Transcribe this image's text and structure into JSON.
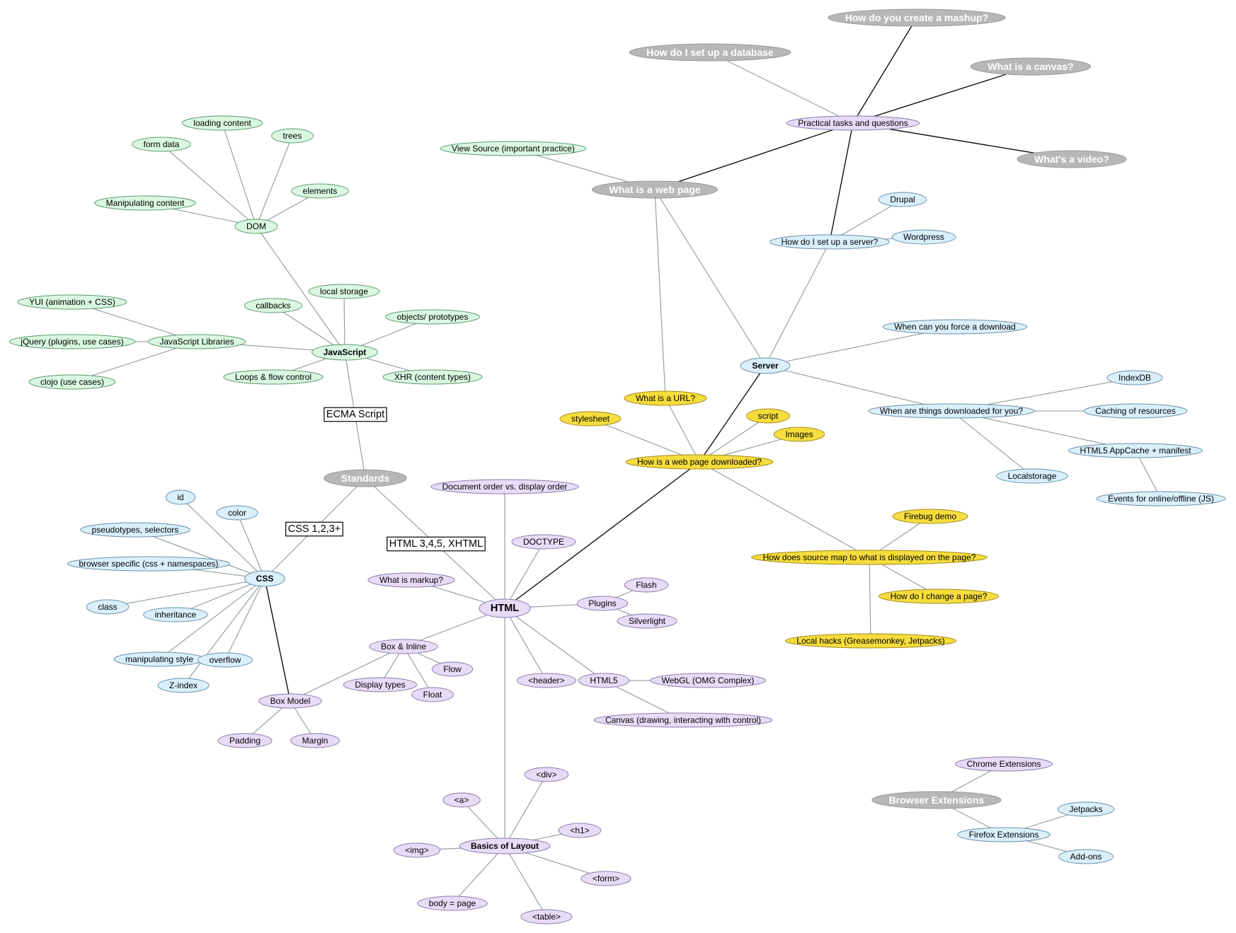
{
  "colors": {
    "green": "#d9f7e1",
    "green_stroke": "#5d9a6e",
    "blue": "#d9effa",
    "blue_stroke": "#6a8fa8",
    "purple": "#e6dcf7",
    "purple_stroke": "#8b7aa8",
    "yellow": "#f6dc3c",
    "yellow_stroke": "#a08a20",
    "gray": "#b7b7b7",
    "gray_stroke": "#9a9a9a",
    "edge": "#8a9a9a",
    "edge_dark": "#111111"
  },
  "nodes": [
    {
      "id": "mashup",
      "label": "How do you create a mashup?",
      "style": "gray"
    },
    {
      "id": "database",
      "label": "How do I set up a database",
      "style": "gray"
    },
    {
      "id": "canvasq",
      "label": "What is a canvas?",
      "style": "gray"
    },
    {
      "id": "practical",
      "label": "Practical tasks and questions",
      "style": "purple"
    },
    {
      "id": "videoq",
      "label": "What's a video?",
      "style": "gray"
    },
    {
      "id": "viewsource",
      "label": "View Source (important practice)",
      "style": "green"
    },
    {
      "id": "webpage",
      "label": "What is a web page",
      "style": "gray"
    },
    {
      "id": "drupal",
      "label": "Drupal",
      "style": "blue"
    },
    {
      "id": "setupserver",
      "label": "How do I set up a server?",
      "style": "blue"
    },
    {
      "id": "wordpress",
      "label": "Wordpress",
      "style": "blue"
    },
    {
      "id": "forcedl",
      "label": "When can you force a download",
      "style": "blue"
    },
    {
      "id": "server",
      "label": "Server",
      "style": "blue",
      "bold": true
    },
    {
      "id": "indexdb",
      "label": "IndexDB",
      "style": "blue"
    },
    {
      "id": "whendl",
      "label": "When are things downloaded for you?",
      "style": "blue"
    },
    {
      "id": "caching",
      "label": "Caching of resources",
      "style": "blue"
    },
    {
      "id": "appcache",
      "label": "HTML5 AppCache + manifest",
      "style": "blue"
    },
    {
      "id": "localstorage2",
      "label": "Localstorage",
      "style": "blue"
    },
    {
      "id": "events",
      "label": "Events for online/offline (JS)",
      "style": "blue"
    },
    {
      "id": "whaturl",
      "label": "What is a URL?",
      "style": "yellow"
    },
    {
      "id": "stylesheet",
      "label": "stylesheet",
      "style": "yellow"
    },
    {
      "id": "script",
      "label": "script",
      "style": "yellow"
    },
    {
      "id": "images",
      "label": "Images",
      "style": "yellow"
    },
    {
      "id": "howdl",
      "label": "How is a web page downloaded?",
      "style": "yellow"
    },
    {
      "id": "firebug",
      "label": "Firebug demo",
      "style": "yellow"
    },
    {
      "id": "sourcemap",
      "label": "How does source map to what is displayed on the page?",
      "style": "yellow"
    },
    {
      "id": "changepage",
      "label": "How do I change a page?",
      "style": "yellow"
    },
    {
      "id": "localhacks",
      "label": "Local hacks (Greasemonkey, Jetpacks)",
      "style": "yellow"
    },
    {
      "id": "loading",
      "label": "loading content",
      "style": "green"
    },
    {
      "id": "formdata",
      "label": "form data",
      "style": "green"
    },
    {
      "id": "trees",
      "label": "trees",
      "style": "green"
    },
    {
      "id": "elements",
      "label": "elements",
      "style": "green"
    },
    {
      "id": "manipcontent",
      "label": "Manipulating content",
      "style": "green"
    },
    {
      "id": "dom",
      "label": "DOM",
      "style": "green"
    },
    {
      "id": "localstorage",
      "label": "local storage",
      "style": "green"
    },
    {
      "id": "callbacks",
      "label": "callbacks",
      "style": "green"
    },
    {
      "id": "yui",
      "label": "YUI (animation + CSS)",
      "style": "green"
    },
    {
      "id": "objects",
      "label": "objects/ prototypes",
      "style": "green"
    },
    {
      "id": "jquery",
      "label": "jQuery (plugins, use cases)",
      "style": "green"
    },
    {
      "id": "jslibs",
      "label": "JavaScript Libraries",
      "style": "green"
    },
    {
      "id": "javascript",
      "label": "JavaScript",
      "style": "green",
      "bold": true
    },
    {
      "id": "clojo",
      "label": "clojo (use cases)",
      "style": "green"
    },
    {
      "id": "loops",
      "label": "Loops & flow control",
      "style": "green"
    },
    {
      "id": "xhr",
      "label": "XHR (content types)",
      "style": "green"
    },
    {
      "id": "ecma",
      "label": "ECMA Script",
      "style": "box"
    },
    {
      "id": "standards",
      "label": "Standards",
      "style": "gray"
    },
    {
      "id": "docorder",
      "label": "Document order vs. display order",
      "style": "purple"
    },
    {
      "id": "idnode",
      "label": "id",
      "style": "blue"
    },
    {
      "id": "color",
      "label": "color",
      "style": "blue"
    },
    {
      "id": "css123",
      "label": "CSS 1,2,3+",
      "style": "box"
    },
    {
      "id": "pseudo",
      "label": "pseudotypes, selectors",
      "style": "blue"
    },
    {
      "id": "doctype",
      "label": "DOCTYPE",
      "style": "purple"
    },
    {
      "id": "html345",
      "label": "HTML 3,4,5, XHTML",
      "style": "box"
    },
    {
      "id": "browserspec",
      "label": "browser specific (css + namespaces)",
      "style": "blue"
    },
    {
      "id": "css",
      "label": "CSS",
      "style": "blue",
      "bold": true
    },
    {
      "id": "markup",
      "label": "What is markup?",
      "style": "purple"
    },
    {
      "id": "flash",
      "label": "Flash",
      "style": "purple"
    },
    {
      "id": "class",
      "label": "class",
      "style": "blue"
    },
    {
      "id": "html",
      "label": "HTML",
      "style": "purple",
      "bold": true
    },
    {
      "id": "plugins",
      "label": "Plugins",
      "style": "purple"
    },
    {
      "id": "inheritance",
      "label": "inheritance",
      "style": "blue"
    },
    {
      "id": "silverlight",
      "label": "Silverlight",
      "style": "purple"
    },
    {
      "id": "boxinline",
      "label": "Box & Inline",
      "style": "purple"
    },
    {
      "id": "manipstyle",
      "label": "manipulating style",
      "style": "blue"
    },
    {
      "id": "overflow",
      "label": "overflow",
      "style": "blue"
    },
    {
      "id": "flow",
      "label": "Flow",
      "style": "purple"
    },
    {
      "id": "header",
      "label": "<header>",
      "style": "purple"
    },
    {
      "id": "html5",
      "label": "HTML5",
      "style": "purple"
    },
    {
      "id": "webgl",
      "label": "WebGL (OMG Complex)",
      "style": "purple"
    },
    {
      "id": "zindex",
      "label": "Z-index",
      "style": "blue"
    },
    {
      "id": "displaytypes",
      "label": "Display types",
      "style": "purple"
    },
    {
      "id": "float",
      "label": "Float",
      "style": "purple"
    },
    {
      "id": "boxmodel",
      "label": "Box Model",
      "style": "purple"
    },
    {
      "id": "canvas",
      "label": "Canvas (drawing, interacting with control)",
      "style": "purple"
    },
    {
      "id": "padding",
      "label": "Padding",
      "style": "purple"
    },
    {
      "id": "margin",
      "label": "Margin",
      "style": "purple"
    },
    {
      "id": "chromeext",
      "label": "Chrome Extensions",
      "style": "purple"
    },
    {
      "id": "div",
      "label": "<div>",
      "style": "purple"
    },
    {
      "id": "browserext",
      "label": "Browser Extensions",
      "style": "gray"
    },
    {
      "id": "jetpacks",
      "label": "Jetpacks",
      "style": "blue"
    },
    {
      "id": "a",
      "label": "<a>",
      "style": "purple"
    },
    {
      "id": "firefoxext",
      "label": "Firefox Extensions",
      "style": "blue"
    },
    {
      "id": "h1",
      "label": "<h1>",
      "style": "purple"
    },
    {
      "id": "basics",
      "label": "Basics of Layout",
      "style": "purple",
      "bold": true
    },
    {
      "id": "img",
      "label": "<img>",
      "style": "purple"
    },
    {
      "id": "addons",
      "label": "Add-ons",
      "style": "blue"
    },
    {
      "id": "form",
      "label": "<form>",
      "style": "purple"
    },
    {
      "id": "body",
      "label": "body = page",
      "style": "purple"
    },
    {
      "id": "table",
      "label": "<table>",
      "style": "purple"
    }
  ],
  "edges": [
    [
      "mashup",
      "practical",
      "dark"
    ],
    [
      "database",
      "practical",
      "light"
    ],
    [
      "canvasq",
      "practical",
      "dark"
    ],
    [
      "practical",
      "videoq",
      "dark"
    ],
    [
      "practical",
      "webpage",
      "dark"
    ],
    [
      "practical",
      "setupserver",
      "dark"
    ],
    [
      "viewsource",
      "webpage",
      "light"
    ],
    [
      "webpage",
      "whaturl",
      "light"
    ],
    [
      "webpage",
      "server",
      "light"
    ],
    [
      "setupserver",
      "drupal",
      "light"
    ],
    [
      "setupserver",
      "wordpress",
      "light"
    ],
    [
      "setupserver",
      "server",
      "light"
    ],
    [
      "server",
      "forcedl",
      "light"
    ],
    [
      "server",
      "whendl",
      "light"
    ],
    [
      "server",
      "howdl",
      "dark"
    ],
    [
      "whendl",
      "indexdb",
      "light"
    ],
    [
      "whendl",
      "caching",
      "light"
    ],
    [
      "whendl",
      "appcache",
      "light"
    ],
    [
      "whendl",
      "localstorage2",
      "light"
    ],
    [
      "appcache",
      "events",
      "light"
    ],
    [
      "whaturl",
      "howdl",
      "light"
    ],
    [
      "stylesheet",
      "howdl",
      "light"
    ],
    [
      "script",
      "howdl",
      "light"
    ],
    [
      "images",
      "howdl",
      "light"
    ],
    [
      "howdl",
      "html",
      "dark"
    ],
    [
      "howdl",
      "sourcemap",
      "light"
    ],
    [
      "sourcemap",
      "firebug",
      "light"
    ],
    [
      "sourcemap",
      "changepage",
      "light"
    ],
    [
      "sourcemap",
      "localhacks",
      "light"
    ],
    [
      "dom",
      "loading",
      "light"
    ],
    [
      "dom",
      "formdata",
      "light"
    ],
    [
      "dom",
      "trees",
      "light"
    ],
    [
      "dom",
      "elements",
      "light"
    ],
    [
      "dom",
      "manipcontent",
      "light"
    ],
    [
      "dom",
      "javascript",
      "light"
    ],
    [
      "javascript",
      "localstorage",
      "light"
    ],
    [
      "javascript",
      "callbacks",
      "light"
    ],
    [
      "javascript",
      "objects",
      "light"
    ],
    [
      "javascript",
      "jslibs",
      "light"
    ],
    [
      "javascript",
      "loops",
      "light"
    ],
    [
      "javascript",
      "xhr",
      "light"
    ],
    [
      "jslibs",
      "yui",
      "light"
    ],
    [
      "jslibs",
      "jquery",
      "light"
    ],
    [
      "jslibs",
      "clojo",
      "light"
    ],
    [
      "javascript",
      "standards",
      "light"
    ],
    [
      "standards",
      "css",
      "light"
    ],
    [
      "standards",
      "html",
      "light"
    ],
    [
      "css",
      "idnode",
      "light"
    ],
    [
      "css",
      "color",
      "light"
    ],
    [
      "css",
      "pseudo",
      "light"
    ],
    [
      "css",
      "browserspec",
      "light"
    ],
    [
      "css",
      "class",
      "light"
    ],
    [
      "css",
      "inheritance",
      "light"
    ],
    [
      "css",
      "manipstyle",
      "light"
    ],
    [
      "css",
      "overflow",
      "light"
    ],
    [
      "css",
      "zindex",
      "light"
    ],
    [
      "css",
      "boxmodel",
      "dark"
    ],
    [
      "html",
      "docorder",
      "light"
    ],
    [
      "html",
      "doctype",
      "light"
    ],
    [
      "html",
      "markup",
      "light"
    ],
    [
      "html",
      "plugins",
      "light"
    ],
    [
      "plugins",
      "flash",
      "light"
    ],
    [
      "plugins",
      "silverlight",
      "light"
    ],
    [
      "html",
      "boxinline",
      "light"
    ],
    [
      "html",
      "header",
      "light"
    ],
    [
      "html",
      "html5",
      "light"
    ],
    [
      "html5",
      "webgl",
      "light"
    ],
    [
      "html5",
      "canvas",
      "light"
    ],
    [
      "html",
      "basics",
      "light"
    ],
    [
      "boxinline",
      "flow",
      "light"
    ],
    [
      "boxinline",
      "displaytypes",
      "light"
    ],
    [
      "boxinline",
      "float",
      "light"
    ],
    [
      "boxinline",
      "boxmodel",
      "light"
    ],
    [
      "boxmodel",
      "padding",
      "light"
    ],
    [
      "boxmodel",
      "margin",
      "light"
    ],
    [
      "basics",
      "div",
      "light"
    ],
    [
      "basics",
      "a",
      "light"
    ],
    [
      "basics",
      "h1",
      "light"
    ],
    [
      "basics",
      "img",
      "light"
    ],
    [
      "basics",
      "form",
      "light"
    ],
    [
      "basics",
      "body",
      "light"
    ],
    [
      "basics",
      "table",
      "light"
    ],
    [
      "browserext",
      "chromeext",
      "light"
    ],
    [
      "browserext",
      "firefoxext",
      "light"
    ],
    [
      "firefoxext",
      "jetpacks",
      "light"
    ],
    [
      "firefoxext",
      "addons",
      "light"
    ]
  ]
}
